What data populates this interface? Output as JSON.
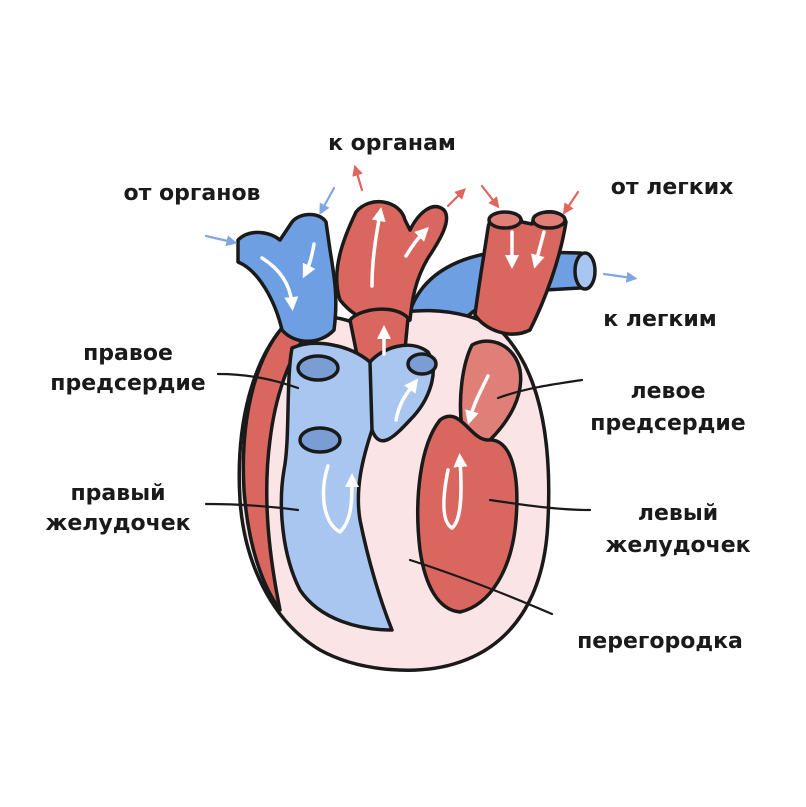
{
  "colors": {
    "oxygen_poor": "#a9c6f1",
    "oxygen_poor_vessel": "#6e9fe3",
    "oxygen_rich": "#d9675f",
    "oxygen_rich_chamber": "#e07f77",
    "pericardium": "#fbe4e6",
    "outline": "#1a1a1a"
  },
  "labels": {
    "to_organs": "к органам",
    "from_organs": "от органов",
    "from_lungs": "от легких",
    "to_lungs": "к легким",
    "right_atrium_line1": "правое",
    "right_atrium_line2": "предсердие",
    "left_atrium_line1": "левое",
    "left_atrium_line2": "предсердие",
    "right_ventricle_line1": "правый",
    "right_ventricle_line2": "желудочек",
    "left_ventricle_line1": "левый",
    "left_ventricle_line2": "желудочек",
    "septum": "перегородка"
  }
}
